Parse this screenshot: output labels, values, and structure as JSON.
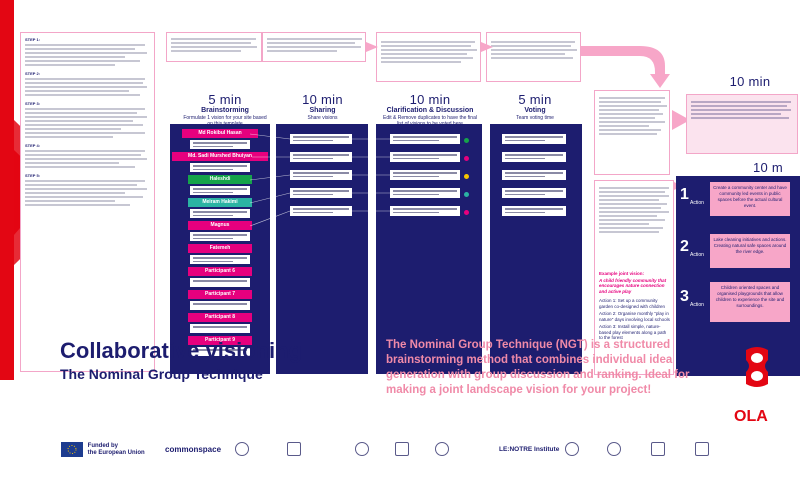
{
  "phases": [
    {
      "time": "5 min",
      "title": "Brainstorming",
      "subtitle": "Formulate 1 vision for your site based on this template"
    },
    {
      "time": "10 min",
      "title": "Sharing",
      "subtitle": "Share visions"
    },
    {
      "time": "10 min",
      "title": "Clarification & Discussion",
      "subtitle": "Edit & Remove duplicates to have the final list of visions to be voted here"
    },
    {
      "time": "5 min",
      "title": "Voting",
      "subtitle": "Team voting time"
    },
    {
      "time": "10 min",
      "title": "",
      "subtitle": ""
    },
    {
      "time": "10 m",
      "title": "",
      "subtitle": ""
    }
  ],
  "participants": [
    "Md Rokibul Hasan",
    "Md. Sadi Murshed Bhuiyan",
    "Haleshdi",
    "Meiram Hakimi",
    "Magnus",
    "Fatemeh",
    "Participant 6",
    "Participant 7",
    "Participant 8",
    "Participant 9"
  ],
  "steps": {
    "step1": "STEP 1:",
    "step2": "STEP 2:",
    "step3": "STEP 3:",
    "step4": "STEP 4:",
    "step5": "STEP 5:"
  },
  "example": {
    "heading": "Example joint vision:",
    "text": "A child friendly community that encourages nature connection and active play",
    "actions": [
      "Action 1: Set up a community garden co-designed with children",
      "Action 2: Organise monthly \"play in nature\" days involving local schools",
      "Action 3: Install simple, nature-based play elements along a path to the forest"
    ]
  },
  "actions": [
    {
      "num": "1",
      "label": "Action",
      "text": "Create a community center and have community led events in public spaces before the actual cultural event."
    },
    {
      "num": "2",
      "label": "Action",
      "text": "Lake cleaning initiatives and actions. Creating natural safe spaces around the river edge."
    },
    {
      "num": "3",
      "label": "Action",
      "text": "Children oriented spaces and organised playgrounds that allow children to experience the site and surroundings."
    }
  ],
  "title": {
    "main": "Collaborative visioning",
    "sub": "The Nominal Group Technique"
  },
  "description": "The Nominal Group Technique (NGT) is a structured brainstorming method that combines individual idea generation with group discussion and ranking. Ideal for making a joint landscape vision for your project!",
  "logos": {
    "eu_line1": "Funded by",
    "eu_line2": "the European Union",
    "commonspace": "commonspace",
    "lenotre": "LE:NOTRE Institute",
    "brand": "OLA"
  },
  "colors": {
    "navy": "#1d1d6f",
    "pink": "#e6007e",
    "lightpink": "#f7a6c8",
    "red": "#e30613"
  }
}
